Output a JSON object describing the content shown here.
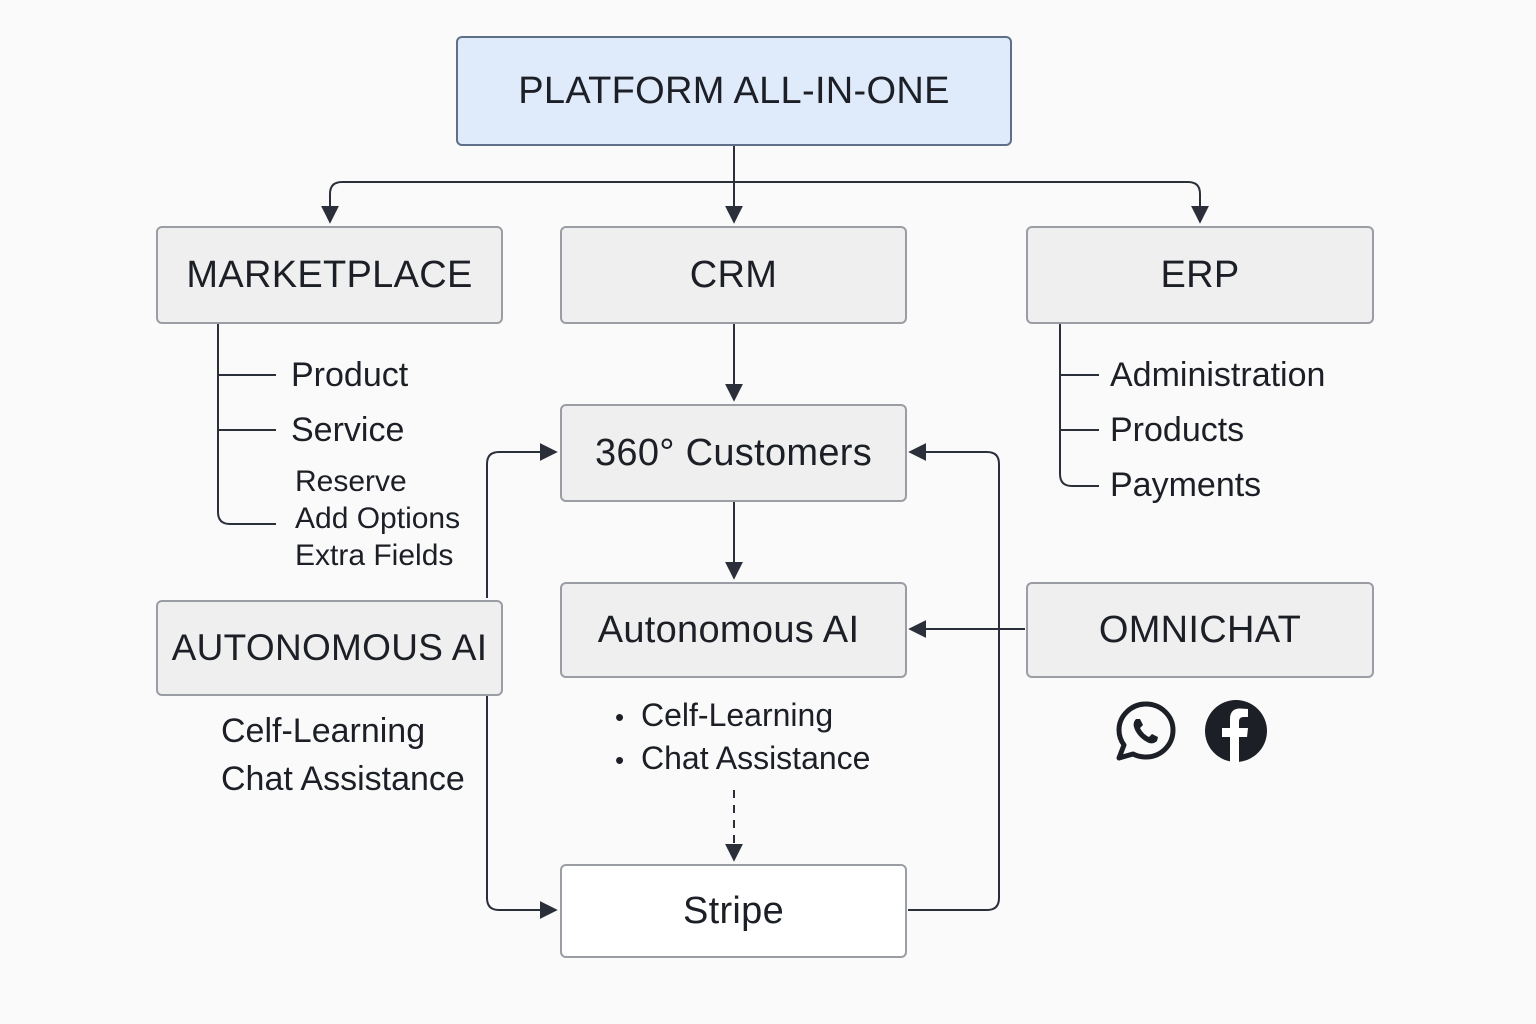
{
  "nodes": {
    "platform": "PLATFORM ALL-IN-ONE",
    "marketplace": "MARKETPLACE",
    "crm": "CRM",
    "erp": "ERP",
    "customers360": "360° Customers",
    "autonomous_ai_center": "Autonomous AI",
    "autonomous_ai_left": "AUTONOMOUS AI",
    "omnichat": "OMNICHAT",
    "stripe": "Stripe"
  },
  "marketplace_items": [
    "Product",
    "Service",
    "Reserve",
    "Add Options",
    "Extra Fields"
  ],
  "erp_items": [
    "Administration",
    "Products",
    "Payments"
  ],
  "left_ai_features": [
    "Celf-Learning",
    "Chat Assistance"
  ],
  "center_ai_features": [
    "Celf-Learning",
    "Chat Assistance"
  ],
  "bullet_symbol": "•",
  "omnichat_icons": [
    "whatsapp-icon",
    "facebook-icon"
  ],
  "colors": {
    "root_fill": "#dfeafb",
    "box_fill": "#efefef",
    "stripe_fill": "#ffffff",
    "line": "#2a2f3a"
  }
}
